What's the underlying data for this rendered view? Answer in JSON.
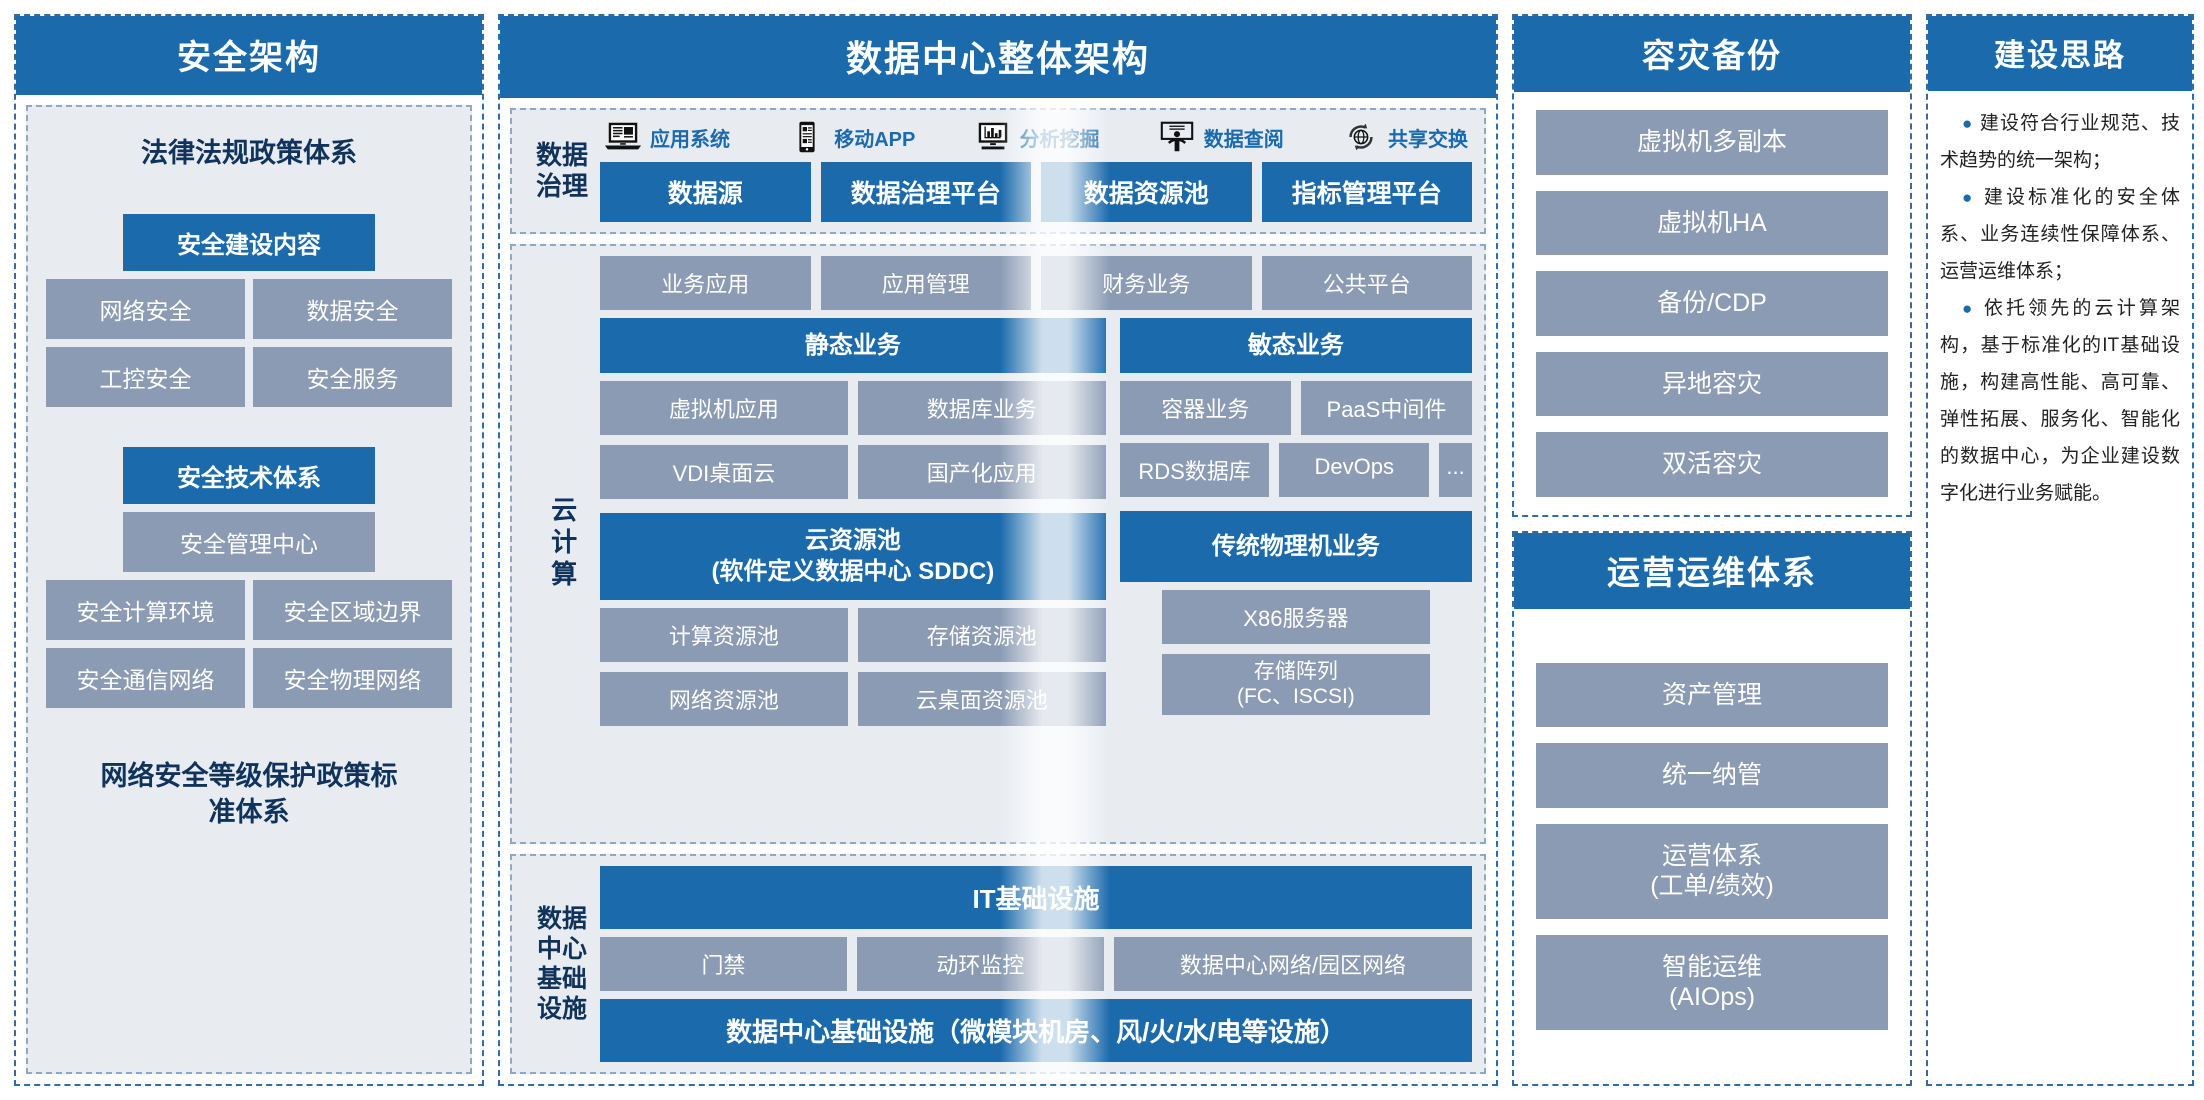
{
  "security": {
    "title": "安全架构",
    "law_heading": "法律法规政策体系",
    "build_title": "安全建设内容",
    "build_items": [
      "网络安全",
      "数据安全",
      "工控安全",
      "安全服务"
    ],
    "tech_title": "安全技术体系",
    "tech_center": "安全管理中心",
    "tech_items": [
      "安全计算环境",
      "安全区域边界",
      "安全通信网络",
      "安全物理网络"
    ],
    "bottom_heading": "网络安全等级保护政策标\n准体系"
  },
  "center": {
    "title": "数据中心整体架构",
    "governance": {
      "label": "数据\n治理",
      "icons": [
        {
          "name": "laptop-icon",
          "label": "应用系统"
        },
        {
          "name": "mobile-icon",
          "label": "移动APP"
        },
        {
          "name": "chart-monitor-icon",
          "label": "分析挖掘"
        },
        {
          "name": "presenter-icon",
          "label": "数据查阅"
        },
        {
          "name": "sync-globe-icon",
          "label": "共享交换"
        }
      ],
      "boxes": [
        "数据源",
        "数据治理平台",
        "数据资源池",
        "指标管理平台"
      ]
    },
    "cloud": {
      "label": "云计算",
      "top_apps": [
        "业务应用",
        "应用管理",
        "财务业务",
        "公共平台"
      ],
      "static_title": "静态业务",
      "agile_title": "敏态业务",
      "static_items": [
        "虚拟机应用",
        "数据库业务",
        "VDI桌面云",
        "国产化应用"
      ],
      "agile_items": [
        "容器业务",
        "PaaS中间件",
        "RDS数据库",
        "DevOps",
        "..."
      ],
      "pool_title": "云资源池\n(软件定义数据中心 SDDC)",
      "pool_items": [
        "计算资源池",
        "存储资源池",
        "网络资源池",
        "云桌面资源池"
      ],
      "physical_title": "传统物理机业务",
      "physical_items": [
        "X86服务器",
        "存储阵列\n(FC、ISCSI)"
      ]
    },
    "infra": {
      "label": "数据\n中心\n基础\n设施",
      "it_title": "IT基础设施",
      "mid_items": [
        "门禁",
        "动环监控",
        "数据中心网络/园区网络"
      ],
      "bottom_title": "数据中心基础设施（微模块机房、风/火/水/电等设施）"
    }
  },
  "dr": {
    "title": "容灾备份",
    "items": [
      "虚拟机多副本",
      "虚拟机HA",
      "备份/CDP",
      "异地容灾",
      "双活容灾"
    ]
  },
  "ops": {
    "title": "运营运维体系",
    "items": [
      "资产管理",
      "统一纳管",
      "运营体系\n(工单/绩效)",
      "智能运维\n(AIOps)"
    ]
  },
  "idea": {
    "title": "建设思路",
    "bullets": [
      "建设符合行业规范、技术趋势的统一架构；",
      "建设标准化的安全体系、业务连续性保障体系、运营运维体系；",
      "依托领先的云计算架构，基于标准化的IT基础设施，构建高性能、高可靠、弹性拓展、服务化、智能化的数据中心，为企业建设数字化进行业务赋能。"
    ]
  },
  "colors": {
    "brand_blue": "#1b6aac",
    "slate": "#8b9bb4",
    "panel_bg": "#e8ecf1",
    "dash_border": "#2f6ca8"
  }
}
